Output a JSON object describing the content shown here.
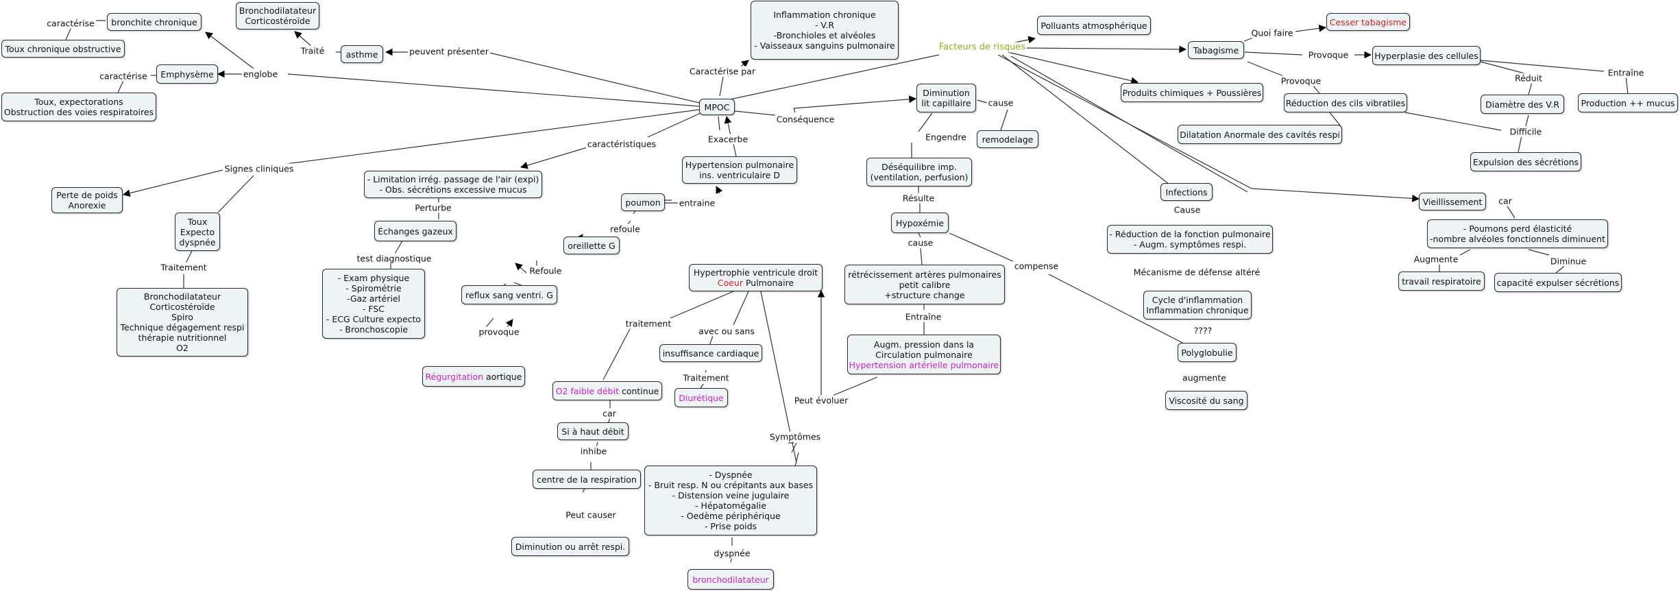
{
  "diagram": {
    "title": "Facteurs de risques",
    "nodes": {
      "mpoc": "MPOC",
      "inflammation": "Inflammation chronique\n- V.R\n-Bronchioles et alvéoles\n- Vaisseaux sanguins pulmonaire",
      "asthme": "asthme",
      "broncho_cortico": "Bronchodilatateur\nCorticostéroïde",
      "bronchite": "bronchite chronique",
      "toux_chronique": "Toux chronique obstructive",
      "emphyseme": "Emphysème",
      "toux_expec": "Toux, expectorations\nObstruction des voies respiratoires",
      "perte_poids": "Perte de poids\nAnorexie",
      "toux_expecto": "Toux\nExpecto\ndyspnée",
      "traitement_list": "Bronchodilatateur\nCorticostéroïde\nSpiro\nTechnique dégagement respi\nthérapie nutritionnel\nO2",
      "limitation": "- Limitation irrég. passage de l'air (expi)\n- Obs. sécrétions excessive mucus",
      "echanges": "Échanges gazeux",
      "exam": "- Exam physique\n- Spirométrie\n-Gaz artériel\n- FSC\n- ECG Culture expecto\n- Bronchoscopie",
      "hypertension_pulm": "Hypertension pulmonaire\nins. ventriculaire D",
      "poumon": "poumon",
      "oreillette": "oreillette G",
      "reflux": "reflux sang ventri. G",
      "regurgitation_a": "Régurgitation",
      "regurgitation_b": " aortique",
      "hypertrophie_a": "Hypertrophie ventricule droit\n",
      "hypertrophie_b": "Coeur",
      "hypertrophie_c": " Pulmonaire",
      "insuffisance": "insuffisance cardiaque",
      "diuretique": "Diurétique",
      "o2_a": "O2 faible débit",
      "o2_b": " continue",
      "haut_debit": "Si à haut débit",
      "centre_resp": "centre de la respiration",
      "diminution_arret": "Diminution ou arrêt respi.",
      "symptomes_list": "- Dyspnée\n- Bruit resp. N ou crépitants aux bases\n- Distension veine jugulaire\n- Hépatomégalie\n- Oedème périphérique\n- Prise poids",
      "bronchodilatateur": "bronchodilatateur",
      "diminution_lit": "Diminution\nlit capillaire",
      "remodelage": "remodelage",
      "desequilibre": "Déséquilibre imp.\n(ventilation, perfusion)",
      "hypoxemie": "Hypoxémie",
      "retrecissement": "rétrécissement artères pulmonaires\npetit calibre\n+structure change",
      "augm_pression_a": "Augm. pression dans la\nCirculation pulmonaire\n",
      "augm_pression_b": "Hypertension artérielle pulmonaire",
      "polluants": "Polluants atmosphérique",
      "tabagisme": "Tabagisme",
      "cesser": "Cesser tabagisme",
      "hyperplasie": "Hyperplasie des cellules",
      "produits": "Produits chimiques + Poussières",
      "reduction_cils": "Réduction des cils vibratiles",
      "dilatation": "Dilatation Anormale des cavités respi",
      "diametre": "Diamètre des V.R",
      "production": "Production ++ mucus",
      "expulsion": "Expulsion des sécrétions",
      "infections": "Infections",
      "reduction_fonction": "- Réduction de la fonction pulmonaire\n- Augm. symptômes respi.",
      "cycle": "Cycle d'inflammation\nInflammation chronique",
      "polyglobulie": "Polyglobulie",
      "viscosite": "Viscosité du sang",
      "vieillissement": "Vieillissement",
      "poumons_perd": "- Poumons perd élasticité\n-nombre alvéoles fonctionnels diminuent",
      "travail": "travail respiratoire",
      "capacite": "capacité expulser sécrétions"
    },
    "labels": {
      "caracterise_par": "Caractérise par",
      "peuvent": "peuvent présenter",
      "traite": "Traité",
      "englobe": "englobe",
      "caracterise1": "caractérise",
      "caracterise2": "caractérise",
      "signes": "Signes cliniques",
      "traitement1": "Traitement",
      "caracteristiques": "caractéristiques",
      "perturbe": "Perturbe",
      "test": "test diagnostique",
      "exacerbe": "Exacerbe",
      "entraine1": "entraine",
      "refoule1": "refoule",
      "refoule2": "Refoule",
      "provoque1": "provoque",
      "traitement2": "traitement",
      "avec_ou_sans": "avec ou sans",
      "traitement3": "Traitement",
      "car1": "car",
      "inhibe": "inhibe",
      "peut_causer": "Peut causer",
      "symptomes": "Symptômes",
      "dyspnee": "dyspnée",
      "peut_evoluer": "Peut évoluer",
      "consequence": "Conséquence",
      "cause1": "cause",
      "engendre": "Engendre",
      "resulte": "Résulte",
      "cause2": "cause",
      "entraine2": "Entraîne",
      "compense": "compense",
      "quoi_faire": "Quoi faire",
      "provoque2": "Provoque",
      "provoque3": "Provoque",
      "reduit": "Réduit",
      "entraine3": "Entraîne",
      "difficile": "Difficile",
      "cause3": "Cause",
      "mecanisme": "Mécanisme de défense altéré",
      "unknown": "????",
      "augmente1": "augmente",
      "car2": "car",
      "augmente2": "Augmente",
      "diminue": "Diminue"
    }
  }
}
